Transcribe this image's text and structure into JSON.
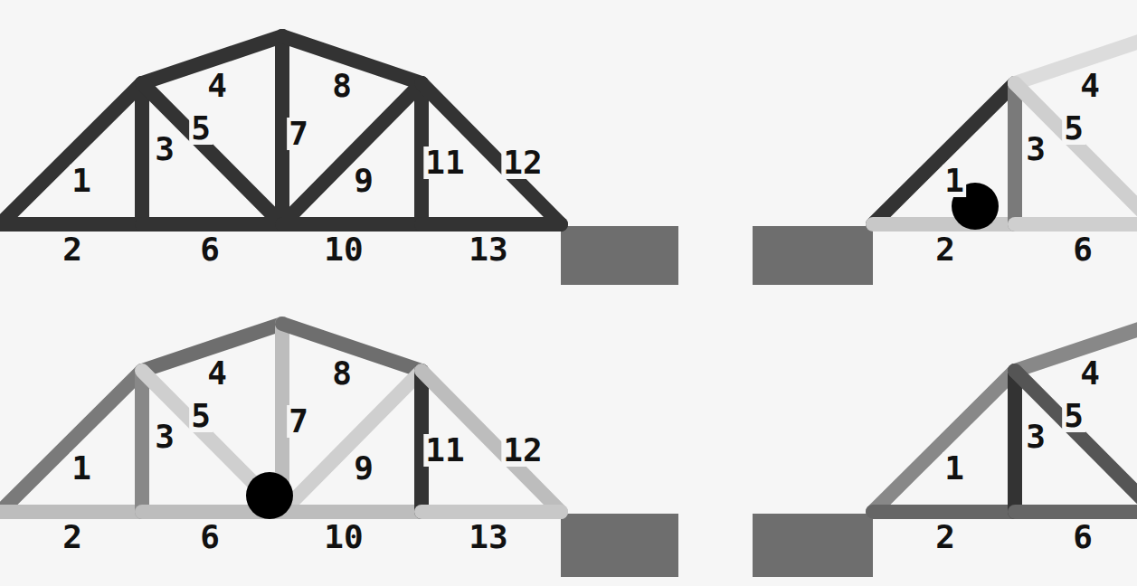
{
  "diagram": {
    "labels": [
      "1",
      "2",
      "3",
      "4",
      "5",
      "6",
      "7",
      "8",
      "9",
      "10",
      "11",
      "12",
      "13",
      "4",
      "5",
      "1",
      "3",
      "2",
      "6",
      "1",
      "2",
      "3",
      "4",
      "5",
      "6",
      "7",
      "8",
      "9",
      "10",
      "11",
      "12",
      "13",
      "4",
      "5",
      "1",
      "3",
      "2",
      "6"
    ]
  }
}
